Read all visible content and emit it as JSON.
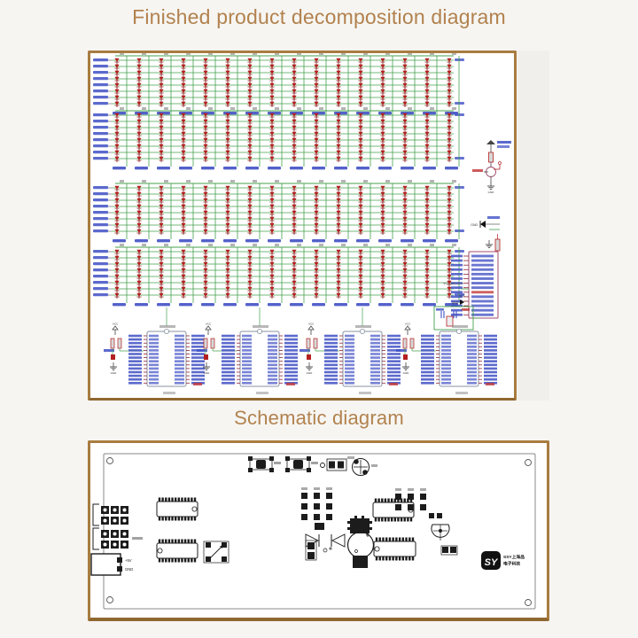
{
  "page": {
    "background": "#f6f5f2",
    "side_shade": "#f0efec"
  },
  "titles": {
    "top": "Finished product decomposition diagram",
    "bottom": "Schematic diagram",
    "color": "#b2824e"
  },
  "frames": {
    "border_color": "#a87c40",
    "border_bottom_color": "#8f672f",
    "background": "#ffffff"
  },
  "schematic": {
    "colors": {
      "wire": "#44a04e",
      "led": "#b42020",
      "led_dark": "#801414",
      "label": "#4050c4",
      "ic_outline": "#8a92a0",
      "mcu_outline": "#a04b6e",
      "pin": "#8b2438",
      "text_red": "#c23333",
      "resistor_fill": "#d8d8d8",
      "misc": "#444444"
    },
    "labels": {
      "vcc": "VCC",
      "gnd": "GND"
    },
    "led_matrix": {
      "blocks": 4,
      "rows_per_block": 8,
      "columns": 16
    },
    "driver_ics": {
      "count": 4,
      "pins_per_side": 14
    },
    "mcu": {
      "pins": 14
    }
  },
  "pcb": {
    "colors": {
      "silk": "#1c1c1c",
      "outline": "#888888"
    },
    "power_labels": {
      "plus_5v": "+5V",
      "gnd": "GND"
    },
    "logo": {
      "mark": "SY",
      "line1": "SSY上海品",
      "line2": "电子科技"
    },
    "components": {
      "dip_ics": 4,
      "switches": 2,
      "mount_holes": 4,
      "dip_pins_per_row": 12
    }
  }
}
